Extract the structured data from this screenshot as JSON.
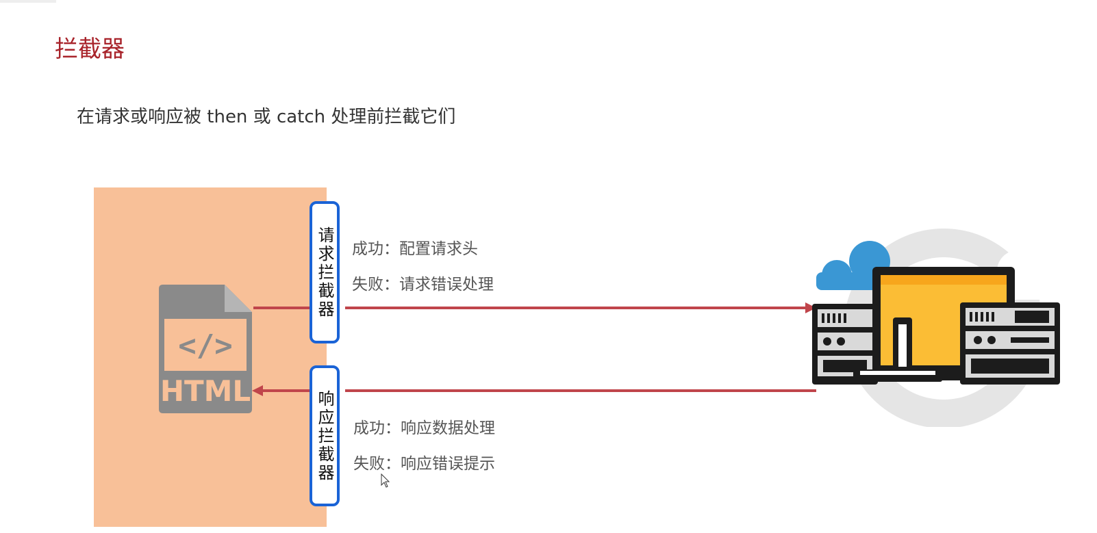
{
  "slide": {
    "title": "拦截器",
    "subtitle": "在请求或响应被 then 或 catch 处理前拦截它们"
  },
  "client": {
    "file_icon_text": "HTML",
    "code_glyph": "</>",
    "panel_color": "#f8c098"
  },
  "request_interceptor": {
    "label": "请求拦截器",
    "success": "成功：配置请求头",
    "failure": "失败：请求错误处理"
  },
  "response_interceptor": {
    "label": "响应拦截器",
    "success": "成功：响应数据处理",
    "failure": "失败：响应错误提示"
  },
  "colors": {
    "title": "#a8232a",
    "arrow": "#c0454b",
    "interceptor_border": "#1a63d6",
    "screen": "#fbbd35",
    "cloud": "#3a97d4"
  },
  "icons": [
    "html-file-icon",
    "server-icon",
    "cloud-icon",
    "mouse-cursor-icon"
  ]
}
